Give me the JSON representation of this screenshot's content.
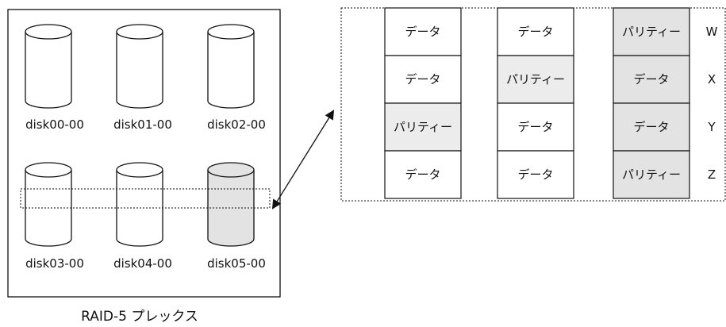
{
  "disks": {
    "top_row": [
      {
        "label": "disk00-00",
        "shaded": false
      },
      {
        "label": "disk01-00",
        "shaded": false
      },
      {
        "label": "disk02-00",
        "shaded": false
      }
    ],
    "bottom_row": [
      {
        "label": "disk03-00",
        "shaded": false
      },
      {
        "label": "disk04-00",
        "shaded": false
      },
      {
        "label": "disk05-00",
        "shaded": true
      }
    ]
  },
  "caption": "RAID-5 プレックス",
  "stripes": {
    "rows": [
      {
        "label": "W",
        "cells": [
          "データ",
          "データ",
          "パリティー"
        ]
      },
      {
        "label": "X",
        "cells": [
          "データ",
          "パリティー",
          "データ"
        ]
      },
      {
        "label": "Y",
        "cells": [
          "パリティー",
          "データ",
          "データ"
        ]
      },
      {
        "label": "Z",
        "cells": [
          "データ",
          "データ",
          "パリティー"
        ]
      }
    ]
  },
  "colors": {
    "parity_fill": "#ececec",
    "column3_fill": "#e3e3e3",
    "shaded_disk": "#e3e3e3"
  }
}
